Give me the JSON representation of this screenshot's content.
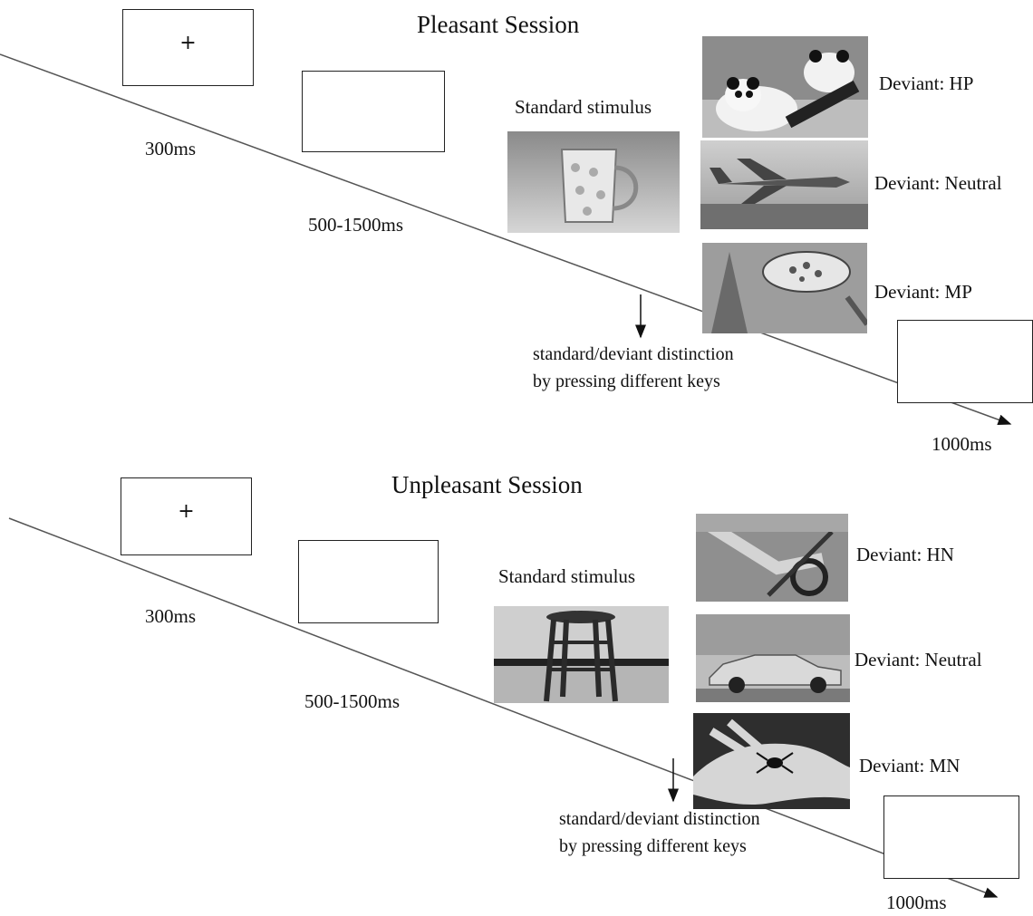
{
  "pleasant": {
    "title": "Pleasant Session",
    "fixation_symbol": "+",
    "time_fixation": "300ms",
    "time_blank": "500-1500ms",
    "standard_label": "Standard stimulus",
    "deviants": [
      "Deviant: HP",
      "Deviant: Neutral",
      "Deviant: MP"
    ],
    "note_line1": "standard/deviant distinction",
    "note_line2": "by pressing different keys",
    "time_end": "1000ms"
  },
  "unpleasant": {
    "title": "Unpleasant Session",
    "fixation_symbol": "+",
    "time_fixation": "300ms",
    "time_blank": "500-1500ms",
    "standard_label": "Standard stimulus",
    "deviants": [
      "Deviant: HN",
      "Deviant: Neutral",
      "Deviant: MN"
    ],
    "note_line1": "standard/deviant distinction",
    "note_line2": "by pressing different keys",
    "time_end": "1000ms"
  }
}
